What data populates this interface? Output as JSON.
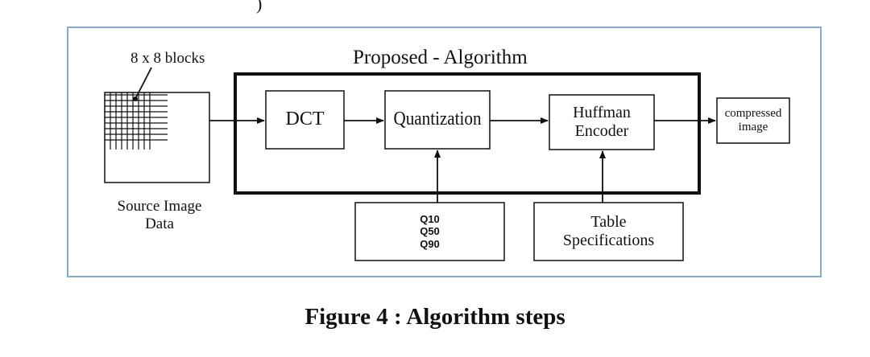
{
  "top_fragment": ")",
  "blocks_label": "8 x 8 blocks",
  "algorithm_title": "Proposed - Algorithm",
  "dct": "DCT",
  "quantization": "Quantization",
  "huffman": {
    "line1": "Huffman",
    "line2": "Encoder"
  },
  "output": {
    "line1": "compressed",
    "line2": "image"
  },
  "source": {
    "line1": "Source Image",
    "line2": "Data"
  },
  "quality_levels": [
    "Q10",
    "Q50",
    "Q90"
  ],
  "table_spec": {
    "line1": "Table",
    "line2": "Specifications"
  },
  "caption": "Figure 4 : Algorithm steps",
  "colors": {
    "frame": "#8aa9c8",
    "ink": "#111111"
  }
}
